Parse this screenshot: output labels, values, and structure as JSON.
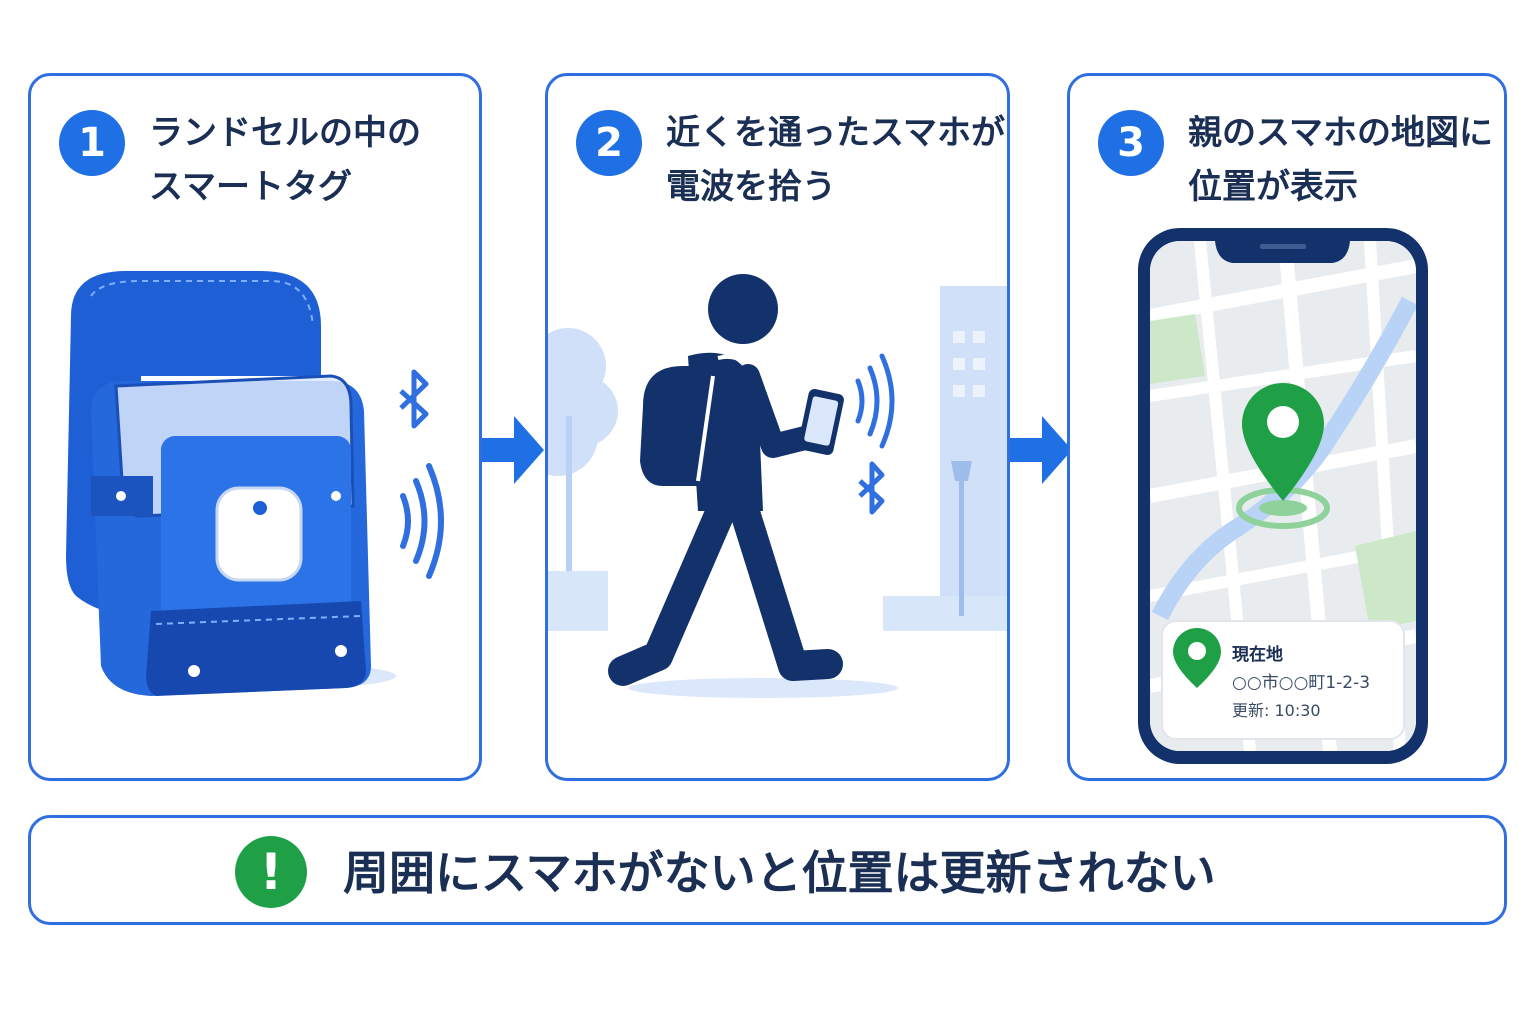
{
  "steps": [
    {
      "number": "1",
      "title_line1": "ランドセルの中の",
      "title_line2": "スマートタグ"
    },
    {
      "number": "2",
      "title_line1": "近くを通ったスマホが",
      "title_line2": "電波を拾う"
    },
    {
      "number": "3",
      "title_line1": "親のスマホの地図に",
      "title_line2": "位置が表示"
    }
  ],
  "location_card": {
    "label": "現在地",
    "address": "○○市○○町1-2-3",
    "updated": "更新: 10:30"
  },
  "note": {
    "icon": "!",
    "text": "周囲にスマホがないと位置は更新されない"
  },
  "colors": {
    "accent_blue": "#2f6fe0",
    "dark_navy": "#1b2f55",
    "badge_blue": "#1f6fe5",
    "pin_green": "#1fa046"
  }
}
